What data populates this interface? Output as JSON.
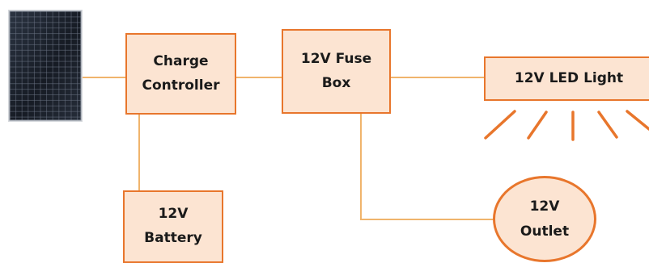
{
  "colors": {
    "accent": "#e8762c",
    "connector": "#f0b46c",
    "box_fill": "#fce4d2",
    "panel_dark": "#1e2430"
  },
  "icons": {
    "solar_panel": "solar-panel-icon",
    "light_rays": "light-rays-icon"
  },
  "nodes": {
    "charge_controller": "Charge\nController",
    "fuse_box": "12V Fuse\nBox",
    "led_light": "12V LED Light",
    "battery": "12V\nBattery",
    "outlet": "12V\nOutlet"
  },
  "connections": [
    {
      "from": "solar_panel",
      "to": "charge_controller"
    },
    {
      "from": "charge_controller",
      "to": "fuse_box"
    },
    {
      "from": "fuse_box",
      "to": "led_light"
    },
    {
      "from": "charge_controller",
      "to": "battery"
    },
    {
      "from": "fuse_box",
      "to": "outlet"
    }
  ]
}
